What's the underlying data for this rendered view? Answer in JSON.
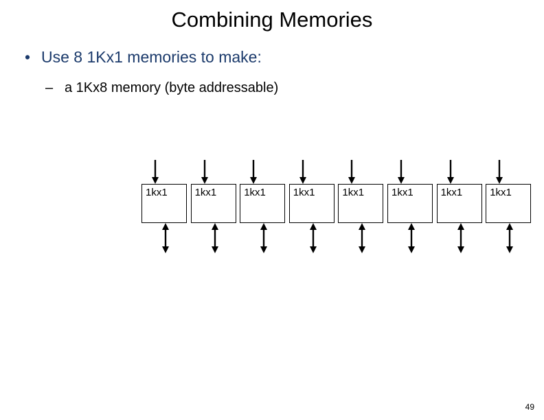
{
  "slide": {
    "title": "Combining Memories",
    "page_number": "49",
    "background_color": "#ffffff",
    "title_color": "#000000"
  },
  "bullets": [
    {
      "level": 1,
      "marker": "•",
      "text": "Use 8 1Kx1 memories to make:",
      "color": "#1B3A6B"
    },
    {
      "level": 2,
      "marker": "–",
      "text": "a 1Kx8 memory (byte addressable)",
      "color": "#000000"
    }
  ],
  "diagram": {
    "name": "memory-array-diagram",
    "line_color": "#000000",
    "block_count": 8,
    "blocks": [
      {
        "label": "1kx1"
      },
      {
        "label": "1kx1"
      },
      {
        "label": "1kx1"
      },
      {
        "label": "1kx1"
      },
      {
        "label": "1kx1"
      },
      {
        "label": "1kx1"
      },
      {
        "label": "1kx1"
      },
      {
        "label": "1kx1"
      }
    ]
  }
}
